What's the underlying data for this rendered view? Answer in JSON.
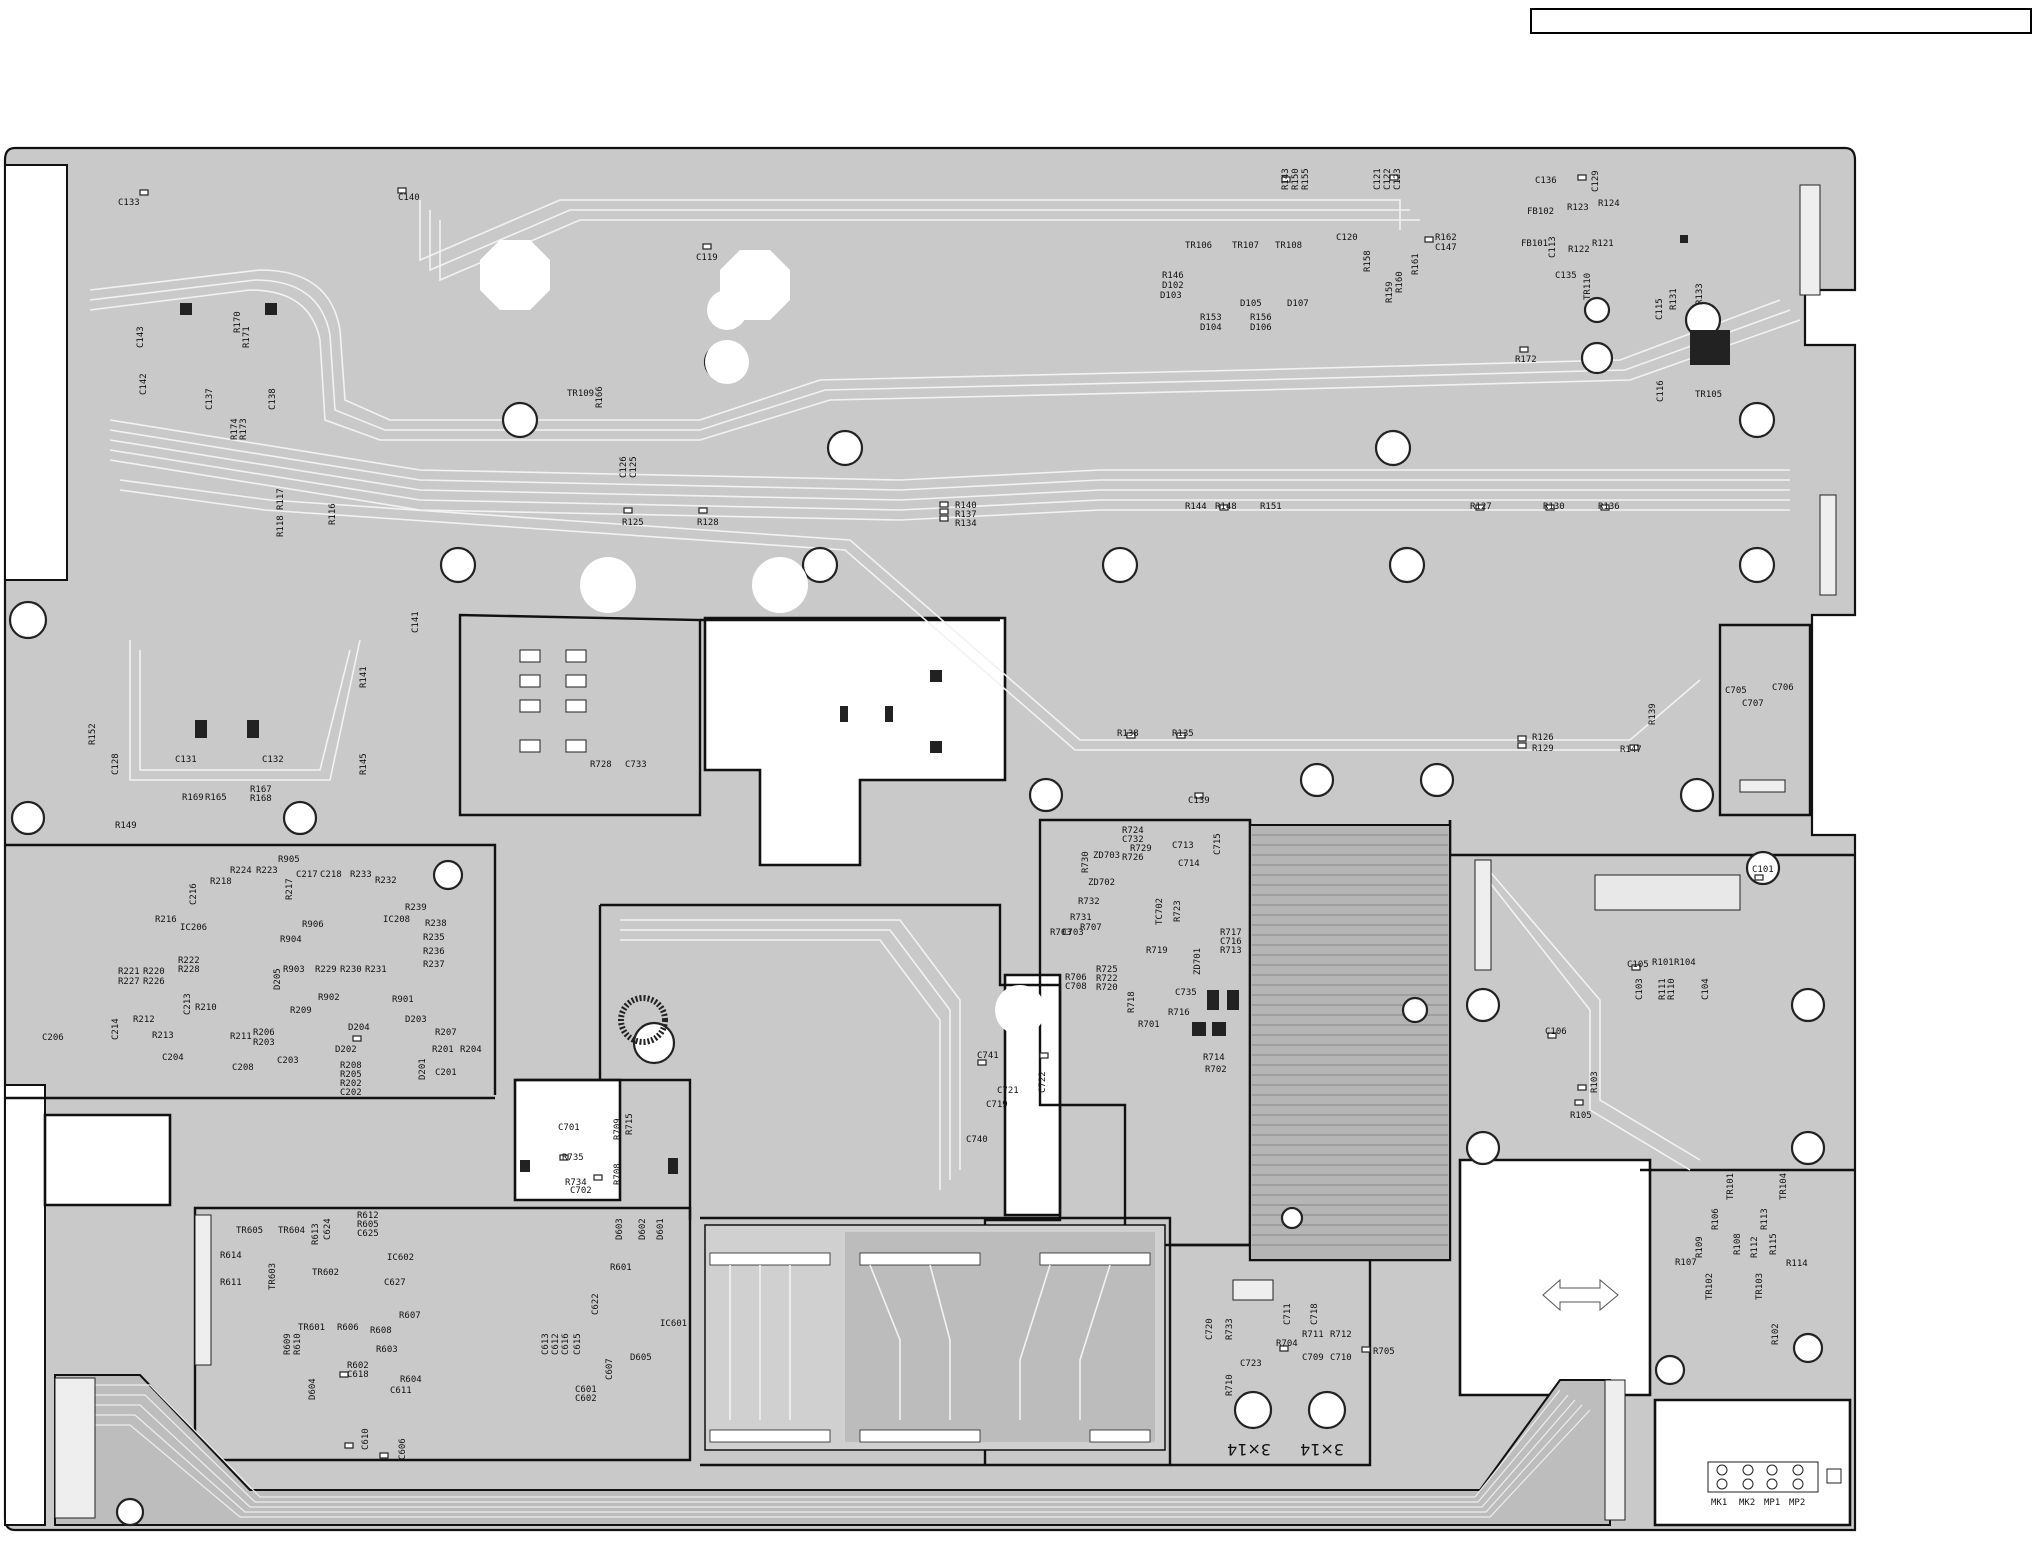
{
  "header": {
    "title_box_text": ""
  },
  "colors": {
    "board": "#c9c9c9",
    "outline": "#111111",
    "trace": "#f2f2f2",
    "hole": "#ffffff"
  },
  "hole_text": {
    "a": "3×14",
    "b": "3×14"
  },
  "connectors": {
    "mk1": "MK1",
    "mk2": "MK2",
    "mp1": "MP1",
    "mp2": "MP2"
  },
  "labels": [
    {
      "id": "C133",
      "t": "C133"
    },
    {
      "id": "C140",
      "t": "C140"
    },
    {
      "id": "C119",
      "t": "C119"
    },
    {
      "id": "R143",
      "t": "R143"
    },
    {
      "id": "R150",
      "t": "R150"
    },
    {
      "id": "R155",
      "t": "R155"
    },
    {
      "id": "C121",
      "t": "C121"
    },
    {
      "id": "C122",
      "t": "C122"
    },
    {
      "id": "C123",
      "t": "C123"
    },
    {
      "id": "C136",
      "t": "C136"
    },
    {
      "id": "C129",
      "t": "C129"
    },
    {
      "id": "FB102",
      "t": "FB102"
    },
    {
      "id": "R123",
      "t": "R123"
    },
    {
      "id": "R124",
      "t": "R124"
    },
    {
      "id": "FB101",
      "t": "FB101"
    },
    {
      "id": "R122",
      "t": "R122"
    },
    {
      "id": "R121",
      "t": "R121"
    },
    {
      "id": "C113",
      "t": "C113"
    },
    {
      "id": "TR106",
      "t": "TR106"
    },
    {
      "id": "TR107",
      "t": "TR107"
    },
    {
      "id": "TR108",
      "t": "TR108"
    },
    {
      "id": "C120",
      "t": "C120"
    },
    {
      "id": "R162",
      "t": "R162"
    },
    {
      "id": "C147",
      "t": "C147"
    },
    {
      "id": "R146",
      "t": "R146"
    },
    {
      "id": "D102",
      "t": "D102"
    },
    {
      "id": "D103",
      "t": "D103"
    },
    {
      "id": "R153",
      "t": "R153"
    },
    {
      "id": "D104",
      "t": "D104"
    },
    {
      "id": "D105",
      "t": "D105"
    },
    {
      "id": "R156",
      "t": "R156"
    },
    {
      "id": "D106",
      "t": "D106"
    },
    {
      "id": "D107",
      "t": "D107"
    },
    {
      "id": "R158",
      "t": "R158"
    },
    {
      "id": "R159",
      "t": "R159"
    },
    {
      "id": "R160",
      "t": "R160"
    },
    {
      "id": "R161",
      "t": "R161"
    },
    {
      "id": "C135",
      "t": "C135"
    },
    {
      "id": "TR110",
      "t": "TR110"
    },
    {
      "id": "C115",
      "t": "C115"
    },
    {
      "id": "R131",
      "t": "R131"
    },
    {
      "id": "R133",
      "t": "R133"
    },
    {
      "id": "R172",
      "t": "R172"
    },
    {
      "id": "C116",
      "t": "C116"
    },
    {
      "id": "TR105",
      "t": "TR105"
    },
    {
      "id": "C143",
      "t": "C143"
    },
    {
      "id": "R170",
      "t": "R170"
    },
    {
      "id": "R171",
      "t": "R171"
    },
    {
      "id": "C142",
      "t": "C142"
    },
    {
      "id": "C137",
      "t": "C137"
    },
    {
      "id": "C138",
      "t": "C138"
    },
    {
      "id": "R174",
      "t": "R174"
    },
    {
      "id": "R173",
      "t": "R173"
    },
    {
      "id": "TR109",
      "t": "TR109"
    },
    {
      "id": "R166",
      "t": "R166"
    },
    {
      "id": "C126",
      "t": "C126"
    },
    {
      "id": "C125",
      "t": "C125"
    },
    {
      "id": "R117",
      "t": "R117"
    },
    {
      "id": "R118",
      "t": "R118"
    },
    {
      "id": "R116",
      "t": "R116"
    },
    {
      "id": "R125",
      "t": "R125"
    },
    {
      "id": "R128",
      "t": "R128"
    },
    {
      "id": "R140",
      "t": "R140"
    },
    {
      "id": "R137",
      "t": "R137"
    },
    {
      "id": "R134",
      "t": "R134"
    },
    {
      "id": "R144",
      "t": "R144"
    },
    {
      "id": "R148",
      "t": "R148"
    },
    {
      "id": "R151",
      "t": "R151"
    },
    {
      "id": "R127",
      "t": "R127"
    },
    {
      "id": "R130",
      "t": "R130"
    },
    {
      "id": "R136",
      "t": "R136"
    },
    {
      "id": "C141",
      "t": "C141"
    },
    {
      "id": "R141",
      "t": "R141"
    },
    {
      "id": "R152",
      "t": "R152"
    },
    {
      "id": "C128",
      "t": "C128"
    },
    {
      "id": "C131",
      "t": "C131"
    },
    {
      "id": "C132",
      "t": "C132"
    },
    {
      "id": "R169",
      "t": "R169"
    },
    {
      "id": "R165",
      "t": "R165"
    },
    {
      "id": "R167",
      "t": "R167"
    },
    {
      "id": "R168",
      "t": "R168"
    },
    {
      "id": "R145",
      "t": "R145"
    },
    {
      "id": "R149",
      "t": "R149"
    },
    {
      "id": "R728",
      "t": "R728"
    },
    {
      "id": "C733",
      "t": "C733"
    },
    {
      "id": "R138",
      "t": "R138"
    },
    {
      "id": "R135",
      "t": "R135"
    },
    {
      "id": "R126",
      "t": "R126"
    },
    {
      "id": "R129",
      "t": "R129"
    },
    {
      "id": "R147",
      "t": "R147"
    },
    {
      "id": "R139",
      "t": "R139"
    },
    {
      "id": "C705",
      "t": "C705"
    },
    {
      "id": "C706",
      "t": "C706"
    },
    {
      "id": "C707",
      "t": "C707"
    },
    {
      "id": "C139",
      "t": "C139"
    },
    {
      "id": "R905",
      "t": "R905"
    },
    {
      "id": "R224",
      "t": "R224"
    },
    {
      "id": "R223",
      "t": "R223"
    },
    {
      "id": "C217",
      "t": "C217"
    },
    {
      "id": "C218",
      "t": "C218"
    },
    {
      "id": "R233",
      "t": "R233"
    },
    {
      "id": "R218",
      "t": "R218"
    },
    {
      "id": "R217",
      "t": "R217"
    },
    {
      "id": "R232",
      "t": "R232"
    },
    {
      "id": "C216",
      "t": "C216"
    },
    {
      "id": "R239",
      "t": "R239"
    },
    {
      "id": "R216",
      "t": "R216"
    },
    {
      "id": "IC206",
      "t": "IC206"
    },
    {
      "id": "R906",
      "t": "R906"
    },
    {
      "id": "IC208",
      "t": "IC208"
    },
    {
      "id": "R238",
      "t": "R238"
    },
    {
      "id": "R904",
      "t": "R904"
    },
    {
      "id": "R235",
      "t": "R235"
    },
    {
      "id": "R236",
      "t": "R236"
    },
    {
      "id": "R222",
      "t": "R222"
    },
    {
      "id": "R228",
      "t": "R228"
    },
    {
      "id": "R903",
      "t": "R903"
    },
    {
      "id": "R229",
      "t": "R229"
    },
    {
      "id": "R230",
      "t": "R230"
    },
    {
      "id": "R231",
      "t": "R231"
    },
    {
      "id": "R237",
      "t": "R237"
    },
    {
      "id": "R221",
      "t": "R221"
    },
    {
      "id": "R220",
      "t": "R220"
    },
    {
      "id": "R227",
      "t": "R227"
    },
    {
      "id": "R226",
      "t": "R226"
    },
    {
      "id": "D205",
      "t": "D205"
    },
    {
      "id": "R902",
      "t": "R902"
    },
    {
      "id": "R901",
      "t": "R901"
    },
    {
      "id": "R209",
      "t": "R209"
    },
    {
      "id": "C213",
      "t": "C213"
    },
    {
      "id": "R210",
      "t": "R210"
    },
    {
      "id": "C214",
      "t": "C214"
    },
    {
      "id": "R212",
      "t": "R212"
    },
    {
      "id": "R213",
      "t": "R213"
    },
    {
      "id": "C206",
      "t": "C206"
    },
    {
      "id": "R211",
      "t": "R211"
    },
    {
      "id": "R206",
      "t": "R206"
    },
    {
      "id": "R203",
      "t": "R203"
    },
    {
      "id": "D204",
      "t": "D204"
    },
    {
      "id": "D203",
      "t": "D203"
    },
    {
      "id": "R207",
      "t": "R207"
    },
    {
      "id": "R201",
      "t": "R201"
    },
    {
      "id": "R204",
      "t": "R204"
    },
    {
      "id": "C204",
      "t": "C204"
    },
    {
      "id": "C208",
      "t": "C208"
    },
    {
      "id": "C203",
      "t": "C203"
    },
    {
      "id": "D202",
      "t": "D202"
    },
    {
      "id": "R208",
      "t": "R208"
    },
    {
      "id": "R205",
      "t": "R205"
    },
    {
      "id": "R202",
      "t": "R202"
    },
    {
      "id": "C202",
      "t": "C202"
    },
    {
      "id": "D201",
      "t": "D201"
    },
    {
      "id": "C201",
      "t": "C201"
    },
    {
      "id": "R724",
      "t": "R724"
    },
    {
      "id": "C732",
      "t": "C732"
    },
    {
      "id": "R729",
      "t": "R729"
    },
    {
      "id": "ZD703",
      "t": "ZD703"
    },
    {
      "id": "R730",
      "t": "R730"
    },
    {
      "id": "R726",
      "t": "R726"
    },
    {
      "id": "C713",
      "t": "C713"
    },
    {
      "id": "C714",
      "t": "C714"
    },
    {
      "id": "C715",
      "t": "C715"
    },
    {
      "id": "ZD702",
      "t": "ZD702"
    },
    {
      "id": "R732",
      "t": "R732"
    },
    {
      "id": "R731",
      "t": "R731"
    },
    {
      "id": "C703",
      "t": "C703"
    },
    {
      "id": "R703",
      "t": "R703"
    },
    {
      "id": "R707",
      "t": "R707"
    },
    {
      "id": "R723",
      "t": "R723"
    },
    {
      "id": "TC702",
      "t": "TC702"
    },
    {
      "id": "R719",
      "t": "R719"
    },
    {
      "id": "R717",
      "t": "R717"
    },
    {
      "id": "C716",
      "t": "C716"
    },
    {
      "id": "R713",
      "t": "R713"
    },
    {
      "id": "ZD701",
      "t": "ZD701"
    },
    {
      "id": "R706",
      "t": "R706"
    },
    {
      "id": "C708",
      "t": "C708"
    },
    {
      "id": "R725",
      "t": "R725"
    },
    {
      "id": "R722",
      "t": "R722"
    },
    {
      "id": "R720",
      "t": "R720"
    },
    {
      "id": "C735",
      "t": "C735"
    },
    {
      "id": "R718",
      "t": "R718"
    },
    {
      "id": "R716",
      "t": "R716"
    },
    {
      "id": "R701",
      "t": "R701"
    },
    {
      "id": "R714",
      "t": "R714"
    },
    {
      "id": "R702",
      "t": "R702"
    },
    {
      "id": "C101",
      "t": "C101"
    },
    {
      "id": "C105",
      "t": "C105"
    },
    {
      "id": "R101",
      "t": "R101"
    },
    {
      "id": "R104",
      "t": "R104"
    },
    {
      "id": "R111",
      "t": "R111"
    },
    {
      "id": "R110",
      "t": "R110"
    },
    {
      "id": "C103",
      "t": "C103"
    },
    {
      "id": "C104",
      "t": "C104"
    },
    {
      "id": "C106",
      "t": "C106"
    },
    {
      "id": "R103",
      "t": "R103"
    },
    {
      "id": "R105",
      "t": "R105"
    },
    {
      "id": "C741",
      "t": "C741"
    },
    {
      "id": "C721",
      "t": "C721"
    },
    {
      "id": "C722",
      "t": "C722"
    },
    {
      "id": "C719",
      "t": "C719"
    },
    {
      "id": "C740",
      "t": "C740"
    },
    {
      "id": "C701",
      "t": "C701"
    },
    {
      "id": "R709",
      "t": "R709"
    },
    {
      "id": "R715",
      "t": "R715"
    },
    {
      "id": "R735",
      "t": "R735"
    },
    {
      "id": "R708",
      "t": "R708"
    },
    {
      "id": "R734",
      "t": "R734"
    },
    {
      "id": "C702",
      "t": "C702"
    },
    {
      "id": "TR101",
      "t": "TR101"
    },
    {
      "id": "TR104",
      "t": "TR104"
    },
    {
      "id": "R109",
      "t": "R109"
    },
    {
      "id": "R106",
      "t": "R106"
    },
    {
      "id": "R108",
      "t": "R108"
    },
    {
      "id": "R113",
      "t": "R113"
    },
    {
      "id": "R112",
      "t": "R112"
    },
    {
      "id": "R115",
      "t": "R115"
    },
    {
      "id": "R107",
      "t": "R107"
    },
    {
      "id": "R114",
      "t": "R114"
    },
    {
      "id": "TR102",
      "t": "TR102"
    },
    {
      "id": "TR103",
      "t": "TR103"
    },
    {
      "id": "R102",
      "t": "R102"
    },
    {
      "id": "R612",
      "t": "R612"
    },
    {
      "id": "R605",
      "t": "R605"
    },
    {
      "id": "C625",
      "t": "C625"
    },
    {
      "id": "TR605",
      "t": "TR605"
    },
    {
      "id": "TR604",
      "t": "TR604"
    },
    {
      "id": "R613",
      "t": "R613"
    },
    {
      "id": "C624",
      "t": "C624"
    },
    {
      "id": "IC602",
      "t": "IC602"
    },
    {
      "id": "R614",
      "t": "R614"
    },
    {
      "id": "TR602",
      "t": "TR602"
    },
    {
      "id": "R611",
      "t": "R611"
    },
    {
      "id": "TR603",
      "t": "TR603"
    },
    {
      "id": "C627",
      "t": "C627"
    },
    {
      "id": "TR601",
      "t": "TR601"
    },
    {
      "id": "R606",
      "t": "R606"
    },
    {
      "id": "R607",
      "t": "R607"
    },
    {
      "id": "R608",
      "t": "R608"
    },
    {
      "id": "R609",
      "t": "R609"
    },
    {
      "id": "R610",
      "t": "R610"
    },
    {
      "id": "R603",
      "t": "R603"
    },
    {
      "id": "C618",
      "t": "C618"
    },
    {
      "id": "R602",
      "t": "R602"
    },
    {
      "id": "R604",
      "t": "R604"
    },
    {
      "id": "C611",
      "t": "C611"
    },
    {
      "id": "D604",
      "t": "D604"
    },
    {
      "id": "C610",
      "t": "C610"
    },
    {
      "id": "C606",
      "t": "C606"
    },
    {
      "id": "D603",
      "t": "D603"
    },
    {
      "id": "D602",
      "t": "D602"
    },
    {
      "id": "D601",
      "t": "D601"
    },
    {
      "id": "R601",
      "t": "R601"
    },
    {
      "id": "C622",
      "t": "C622"
    },
    {
      "id": "IC601",
      "t": "IC601"
    },
    {
      "id": "C613",
      "t": "C613"
    },
    {
      "id": "C612",
      "t": "C612"
    },
    {
      "id": "C616",
      "t": "C616"
    },
    {
      "id": "C615",
      "t": "C615"
    },
    {
      "id": "C607",
      "t": "C607"
    },
    {
      "id": "D605",
      "t": "D605"
    },
    {
      "id": "C601",
      "t": "C601"
    },
    {
      "id": "C602",
      "t": "C602"
    },
    {
      "id": "C711",
      "t": "C711"
    },
    {
      "id": "C718",
      "t": "C718"
    },
    {
      "id": "C720",
      "t": "C720"
    },
    {
      "id": "R733",
      "t": "R733"
    },
    {
      "id": "R704",
      "t": "R704"
    },
    {
      "id": "R711",
      "t": "R711"
    },
    {
      "id": "R712",
      "t": "R712"
    },
    {
      "id": "R705",
      "t": "R705"
    },
    {
      "id": "C709",
      "t": "C709"
    },
    {
      "id": "C710",
      "t": "C710"
    },
    {
      "id": "C723",
      "t": "C723"
    },
    {
      "id": "R710",
      "t": "R710"
    }
  ]
}
